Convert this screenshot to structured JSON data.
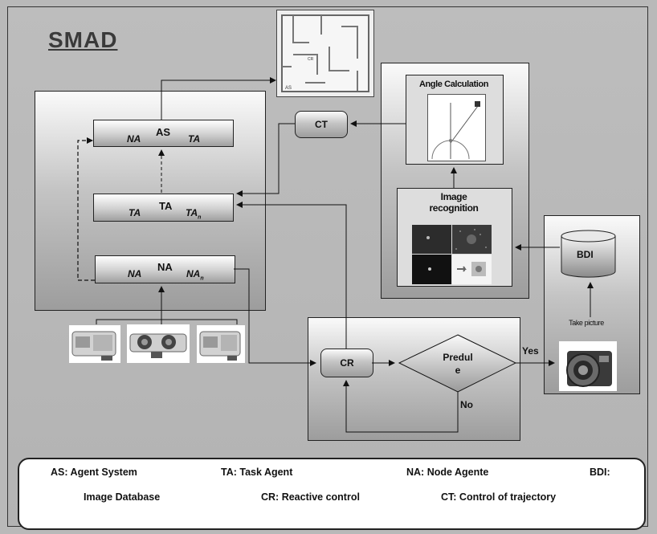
{
  "title": "SMAD",
  "agents": {
    "as": {
      "left": "NA",
      "center": "AS",
      "right": "TA"
    },
    "ta": {
      "left": "TA",
      "center": "TA",
      "right": "TA",
      "right_sub": "n"
    },
    "na": {
      "left": "NA",
      "center": "NA",
      "right": "NA",
      "right_sub": "n"
    }
  },
  "ct_label": "CT",
  "cr_label": "CR",
  "bdi_label": "BDI",
  "predule_label": "Predul\ne",
  "yes_label": "Yes",
  "no_label": "No",
  "take_picture_label": "Take picture",
  "angle_calc_title": "Angle Calculation",
  "image_recog_title": "Image recognition",
  "maze_label_as": "AS",
  "legend": {
    "row1": [
      "AS: Agent System",
      "TA: Task Agent",
      "NA: Node  Agente",
      "BDI:"
    ],
    "row2": [
      "Image Database",
      "CR: Reactive control",
      "CT: Control of trajectory"
    ]
  },
  "icons": [
    "maze-image",
    "angle-diagram",
    "image-recognition-grid",
    "sensor-module-icon",
    "ultrasonic-sensor-icon",
    "camera-icon",
    "database-cylinder-icon"
  ]
}
